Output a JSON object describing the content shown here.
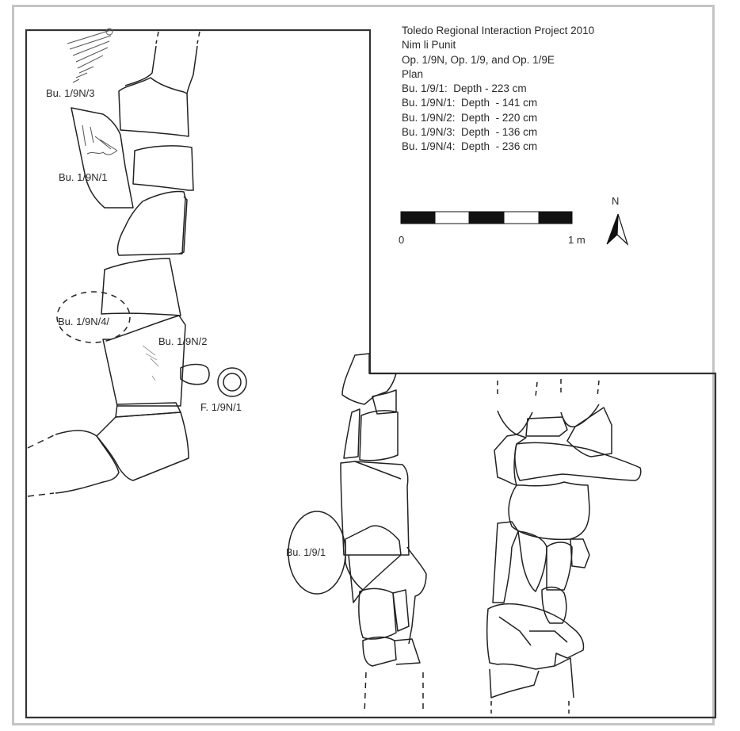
{
  "legend": {
    "title": "Toledo Regional Interaction Project 2010",
    "site": "Nim li Punit",
    "operations": "Op. 1/9N, Op. 1/9, and Op. 1/9E",
    "view": "Plan",
    "depths": [
      {
        "label": "Bu. 1/9/1:  Depth - 223 cm"
      },
      {
        "label": "Bu. 1/9N/1:  Depth  - 141 cm"
      },
      {
        "label": "Bu. 1/9N/2:  Depth  - 220 cm"
      },
      {
        "label": "Bu. 1/9N/3:  Depth  - 136 cm"
      },
      {
        "label": "Bu. 1/9N/4:  Depth  - 236 cm"
      }
    ]
  },
  "scale_bar": {
    "start_label": "0",
    "end_label": "1 m",
    "segments": 5,
    "colors": [
      "#111111",
      "#ffffff",
      "#111111",
      "#ffffff",
      "#111111"
    ]
  },
  "north_arrow": {
    "label": "N"
  },
  "features": {
    "bu_1_9n_3": "Bu. 1/9N/3",
    "bu_1_9n_1": "Bu. 1/9N/1",
    "bu_1_9n_4": "Bu. 1/9N/4/",
    "bu_1_9n_2": "Bu. 1/9N/2",
    "f_1_9n_1": "F. 1/9N/1",
    "bu_1_9_1": "Bu. 1/9/1"
  },
  "colors": {
    "frame_outer": "#c4c4c4",
    "frame_inner": "#333333",
    "stroke": "#222222"
  }
}
